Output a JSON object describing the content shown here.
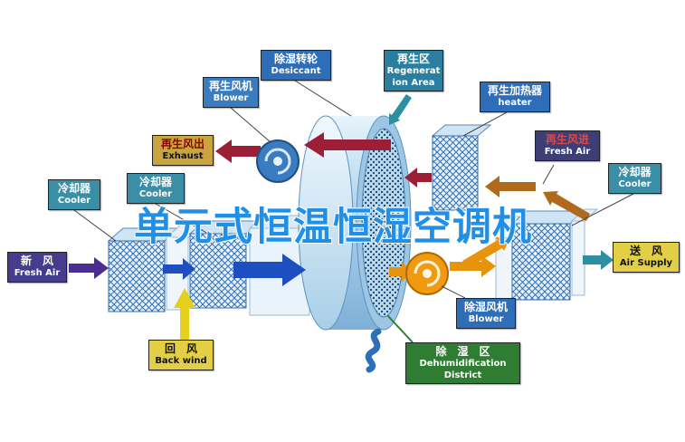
{
  "title": "单元式恒温恒湿空调机",
  "labels": {
    "desiccant": {
      "cn": "除湿转轮",
      "en": "Desiccant"
    },
    "regen_blower": {
      "cn": "再生风机",
      "en": "Blower"
    },
    "regen_area": {
      "cn": "再生区",
      "en": "Regeneration Area"
    },
    "regen_heater": {
      "cn": "再生加热器",
      "en": "heater"
    },
    "regen_exhaust": {
      "cn": "再生风出",
      "en": "Exhaust"
    },
    "cooler_left_outer": {
      "cn": "冷却器",
      "en": "Cooler"
    },
    "cooler_left_inner": {
      "cn": "冷却器",
      "en": "Cooler"
    },
    "fresh_air": {
      "cn": "新　风",
      "en": "Fresh Air"
    },
    "back_wind": {
      "cn": "回　风",
      "en": "Back wind"
    },
    "regen_fresh_air": {
      "cn": "再生风进",
      "en": "Fresh Air"
    },
    "cooler_right": {
      "cn": "冷却器",
      "en": "Cooler"
    },
    "air_supply": {
      "cn": "送　风",
      "en": "Air Supply"
    },
    "dehumid_blower": {
      "cn": "除湿风机",
      "en": "Blower"
    },
    "dehumid_district": {
      "cn": "除　湿　区",
      "en": "Dehumidification District"
    }
  },
  "colors": {
    "title": "#1f8fe8",
    "arrow_purple": "#4a2d8f",
    "arrow_blue": "#1d4fc0",
    "arrow_yellow": "#e6cf1d",
    "arrow_crimson": "#9c1f35",
    "arrow_brown": "#b06a1e",
    "arrow_orange": "#e8930c",
    "arrow_teal": "#2e8fa3",
    "label_blue": "#2e6db8",
    "label_teal": "#3a8fa6",
    "label_purple": "#463c8c",
    "label_navy": "#3b3f75",
    "label_yellow": "#e3cf45",
    "label_tan": "#c9a43f",
    "label_green": "#2e7d32",
    "wheel_blue": "#a8cfe8"
  }
}
